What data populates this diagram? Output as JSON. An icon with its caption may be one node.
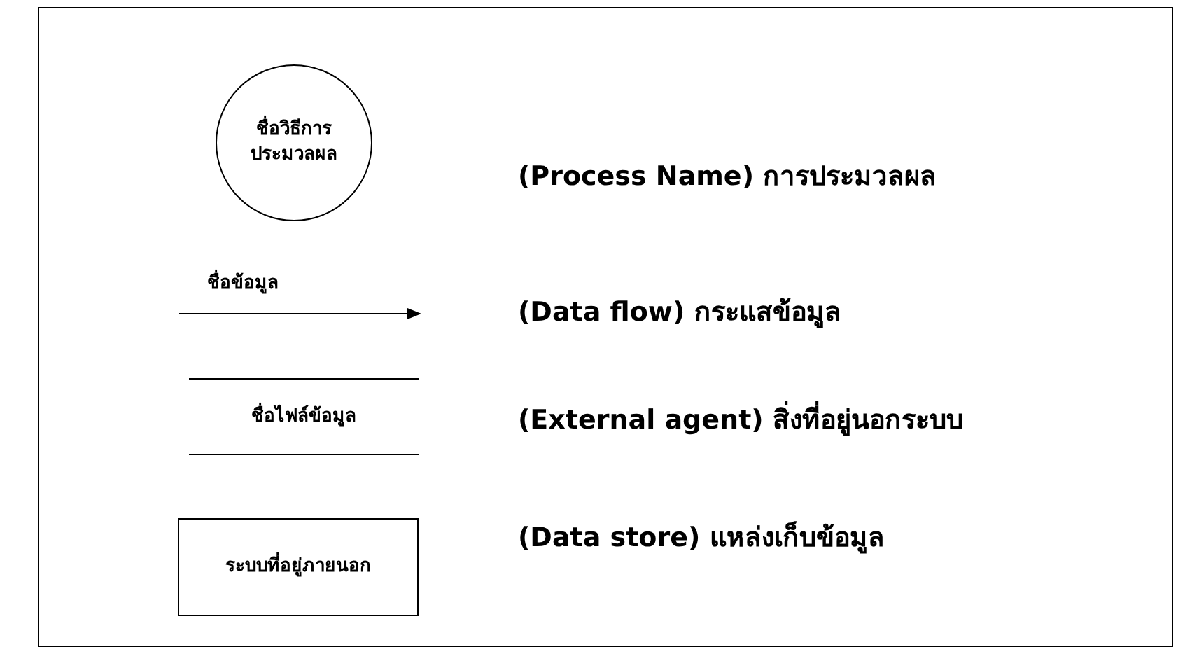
{
  "diagram": {
    "nodes": [
      {
        "text": [
          "ชื่อวิธีการประมวลผล"
        ]
      },
      {
        "text": [
          "ชื่อไฟล์ข้อมูล"
        ]
      },
      {
        "text": [
          "ระบบที่อยู่ภายนอก"
        ]
      }
    ],
    "labels": [
      "(Process Name) การประมวลผล",
      "ชื่อข้อมูล",
      "(Data flow) กระแสข้อมูล",
      "(External agent) สิ่งที่อยู่นอกระบบ",
      "(Data store) แหล่งเก็บข้อมูล"
    ]
  }
}
